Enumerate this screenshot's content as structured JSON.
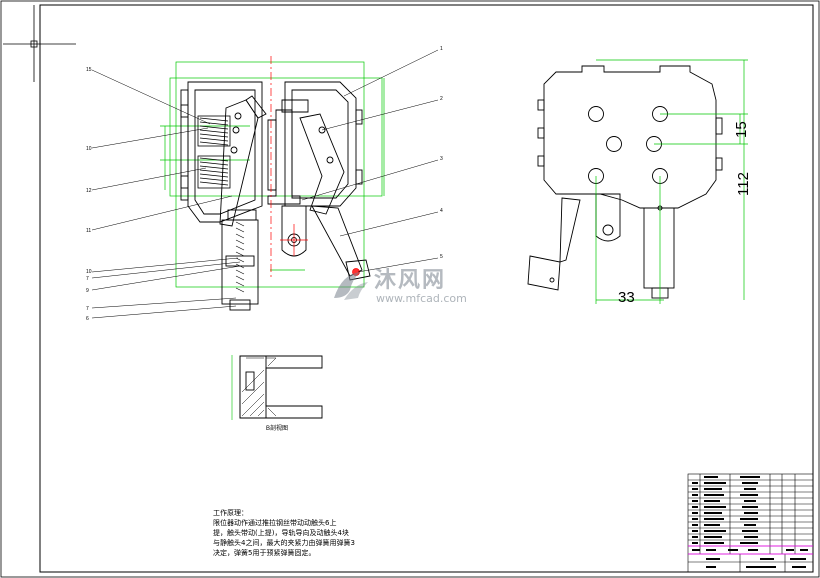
{
  "drawing": {
    "leader_labels_left": [
      "15",
      "10",
      "12",
      "11",
      "10",
      "7",
      "9",
      "7",
      "6"
    ],
    "leader_labels_right": [
      "1",
      "2",
      "3",
      "4",
      "5"
    ],
    "dimensions": {
      "vertical_small": "15",
      "vertical_large": "112",
      "horizontal": "33"
    },
    "section_caption": "B剖视图",
    "notes": [
      "工作原理：",
      "限位器动作通过推拉钢丝带动动触头6上",
      "提，触头带动(上提)，导轨导向及动触头4块",
      "与静触头4之间，最大的夹紧力由弹簧用弹簧3",
      "决定，弹簧5用于预紧弹簧固定。"
    ]
  },
  "watermark": {
    "name": "沐风网",
    "url": "www.mfcad.com"
  },
  "colors": {
    "frame": "#000000",
    "dimension": "#00c800",
    "center": "#ff0000",
    "sheet": "#ffffff"
  }
}
